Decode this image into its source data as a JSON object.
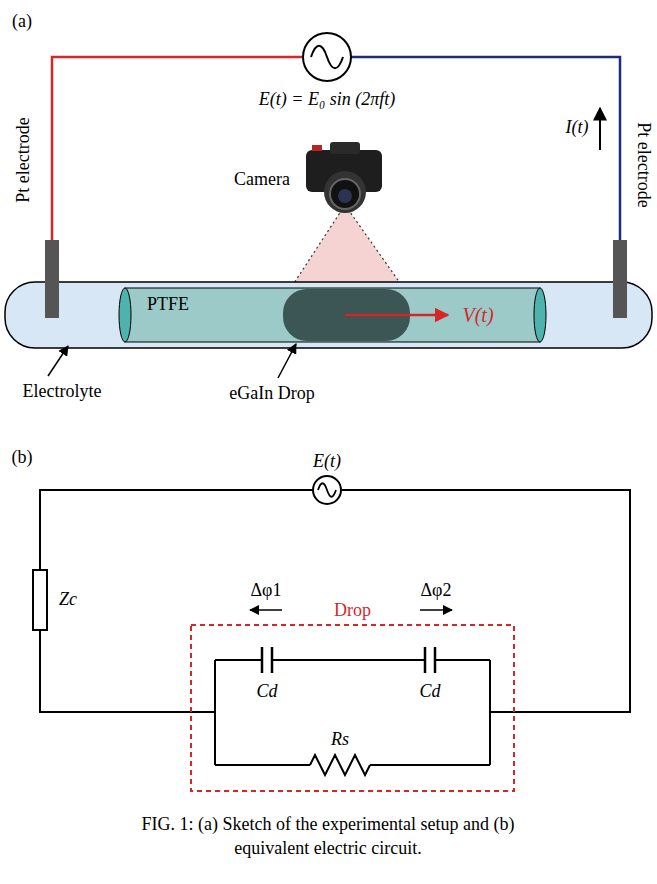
{
  "diagram": {
    "caption": "FIG. 1: (a) Sketch of the experimental setup and (b) equivalent electric circuit.",
    "nodes": [
      {
        "text": [
          "Drop"
        ]
      }
    ],
    "labels": [
      "(a)",
      "E(t) = E₀ sin (2πft)",
      "I(t)",
      "Camera",
      "Pt electrode",
      "Pt electrode",
      "PTFE",
      "V(t)",
      "Electrolyte",
      "eGaIn Drop",
      "(b)",
      "E(t)",
      "Zc",
      "Δφ1",
      "Δφ2",
      "Cd",
      "Cd",
      "Rs"
    ]
  }
}
